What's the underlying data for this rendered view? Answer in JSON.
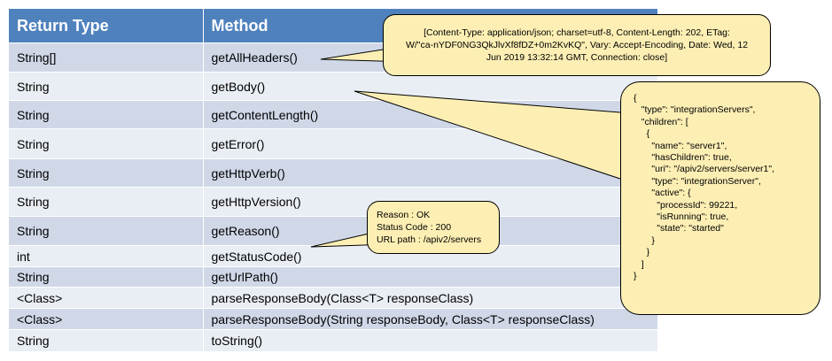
{
  "table": {
    "headers": [
      "Return Type",
      "Method"
    ],
    "rows": [
      {
        "return_type": "String[]",
        "method": "getAllHeaders()"
      },
      {
        "return_type": "String",
        "method": "getBody()"
      },
      {
        "return_type": "String",
        "method": "getContentLength()"
      },
      {
        "return_type": "String",
        "method": "getError()"
      },
      {
        "return_type": "String",
        "method": "getHttpVerb()"
      },
      {
        "return_type": "String",
        "method": "getHttpVersion()"
      },
      {
        "return_type": "String",
        "method": "getReason()"
      },
      {
        "return_type": "int",
        "method": "getStatusCode()"
      },
      {
        "return_type": "String",
        "method": "getUrlPath()"
      },
      {
        "return_type": "<Class>",
        "method": "parseResponseBody(Class<T> responseClass)"
      },
      {
        "return_type": "<Class>",
        "method": "parseResponseBody(String responseBody, Class<T> responseClass)"
      },
      {
        "return_type": "String",
        "method": "toString()"
      }
    ]
  },
  "callouts": {
    "headers": {
      "lines": [
        "[Content-Type: application/json; charset=utf-8, Content-Length: 202, ETag:",
        "W/\"ca-nYDF0NG3QkJlvXf8fDZ+0m2KvKQ\", Vary: Accept-Encoding, Date: Wed, 12",
        "Jun 2019 13:32:14 GMT, Connection: close]"
      ]
    },
    "reason": {
      "lines": [
        "Reason : OK",
        "Status Code : 200",
        "URL path : /apiv2/servers"
      ]
    },
    "body": {
      "lines": [
        "{",
        "   \"type\": \"integrationServers\",",
        "   \"children\": [",
        "     {",
        "       \"name\": \"server1\",",
        "       \"hasChildren\": true,",
        "       \"uri\": \"/apiv2/servers/server1\",",
        "       \"type\": \"integrationServer\",",
        "       \"active\": {",
        "         \"processId\": 99221,",
        "         \"isRunning\": true,",
        "         \"state\": \"started\"",
        "       }",
        "     }",
        "   ]",
        "}"
      ]
    }
  },
  "colors": {
    "header_bg": "#4f81bd",
    "row_odd": "#d0d8e8",
    "row_even": "#e9edf4",
    "callout_fill": "#fdefb4"
  }
}
